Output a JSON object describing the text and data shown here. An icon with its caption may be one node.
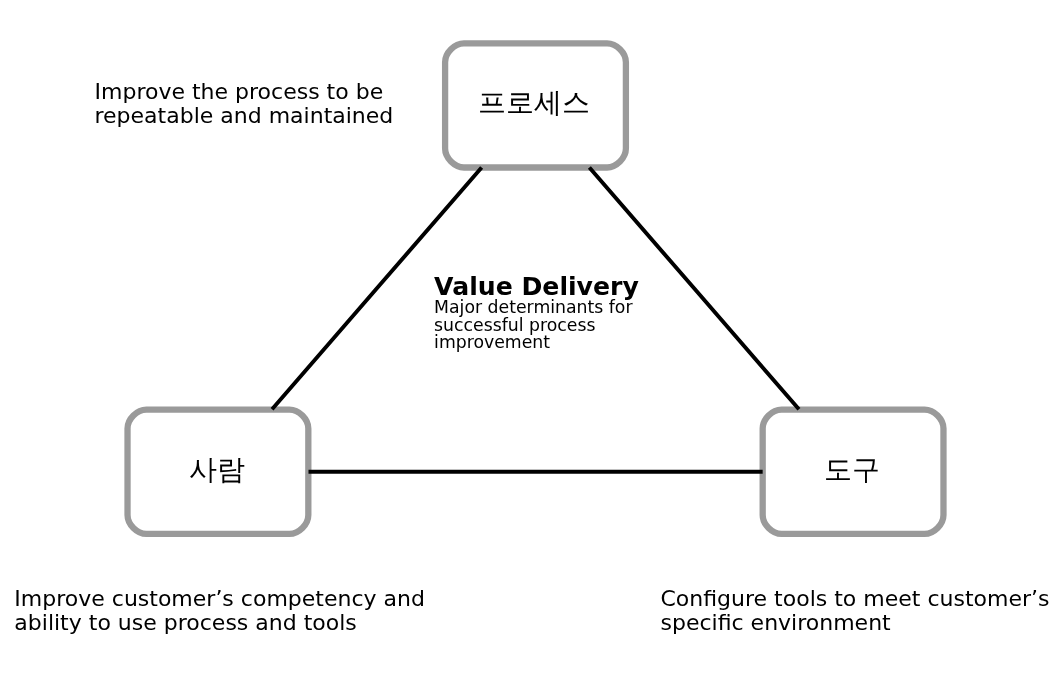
{
  "diagram": {
    "nodes": [
      {
        "text": [
          "프로세스"
        ],
        "beside": [
          "Improve the process to be repeatable and maintained"
        ]
      },
      {
        "text": [
          "사람"
        ],
        "beside": [
          "Improve customer’s competency and ability to use process and tools"
        ]
      },
      {
        "text": [
          "도구"
        ],
        "beside": [
          "Configure tools to meet customer’s specific environment"
        ]
      }
    ],
    "edges": [
      {
        "from": 0,
        "to": 1,
        "arrow": "none"
      },
      {
        "from": 0,
        "to": 2,
        "arrow": "none"
      },
      {
        "from": 1,
        "to": 2,
        "arrow": "none"
      }
    ],
    "labels": [
      "Value Delivery",
      "Major determinants for successful process improvement"
    ]
  }
}
